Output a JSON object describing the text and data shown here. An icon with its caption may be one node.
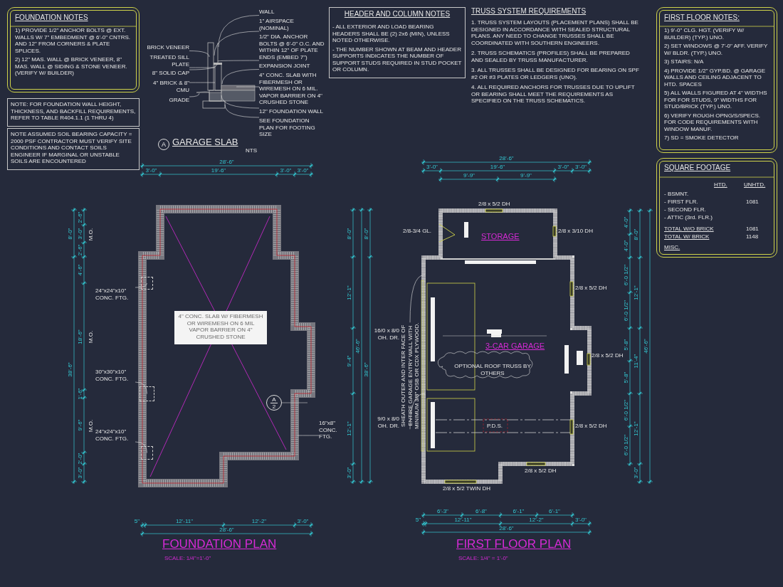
{
  "diagram": {
    "nodes": [
      {
        "text": [
          "FOUNDATION NOTES",
          "1) PROVIDE 1/2\" ANCHOR BOLTS @ EXT. WALLS W/ 7\" EMBEDMENT @ 6'-0\" CNTRS. AND 12\" FROM CORNERS & PLATE SPLICES.",
          "2) 12\" MAS. WALL @ BRICK VENEER, 8\" MAS. WALL @ SIDING & STONE VENEER. (VERIFY W/ BUILDER)"
        ]
      },
      {
        "text": [
          "NOTE: FOR FOUNDATION WALL HEIGHT, THICKNESS, AND BACKFILL REQUIREMENTS, REFER TO TABLE R404.1.1 (1 THRU 4)"
        ]
      },
      {
        "text": [
          "NOTE ASSUMED SOIL BEARING CAPACITY = 2000 PSF CONTRACTOR MUST VERIFY SITE CONDITIONS AND CONTACT SOILS ENGINEER IF MARGINAL OR UNSTABLE SOILS ARE ENCOUNTERED"
        ]
      },
      {
        "text": [
          "A"
        ]
      },
      {
        "text": [
          "BRICK VENEER"
        ]
      },
      {
        "text": [
          "TREATED SILL PLATE"
        ]
      },
      {
        "text": [
          "8\" SOLID CAP"
        ]
      },
      {
        "text": [
          "4\" BRICK & 8\" CMU"
        ]
      },
      {
        "text": [
          "GRADE"
        ]
      },
      {
        "text": [
          "WALL"
        ]
      },
      {
        "text": [
          "1\" AIRSPACE (NOMINAL)"
        ]
      },
      {
        "text": [
          "1/2\" DIA. ANCHOR BOLTS @ 6'-0\" O.C. AND WITHIN 12\" OF PLATE ENDS (EMBED 7\")"
        ]
      },
      {
        "text": [
          "EXPANSION JOINT"
        ]
      },
      {
        "text": [
          "4\" CONC. SLAB WITH FIBERMESH OR WIREMESH ON 6 MIL. VAPOR BARRIER ON 4\" CRUSHED STONE"
        ]
      },
      {
        "text": [
          "12\" FOUNDATION WALL"
        ]
      },
      {
        "text": [
          "SEE FOUNDATION PLAN FOR FOOTING SIZE"
        ]
      },
      {
        "text": [
          "HEADER AND COLUMN NOTES",
          "- ALL EXTERIOR AND LOAD BEARING HEADERS SHALL BE (2) 2x6 (MIN), UNLESS NOTED OTHERWISE.",
          "- THE NUMBER SHOWN AT BEAM AND HEADER SUPPORTS INDICATES THE NUMBER OF SUPPORT STUDS REQUIRED IN STUD POCKET OR COLUMN."
        ]
      },
      {
        "text": [
          "FIRST FLOOR NOTES:",
          "1) 9'-0\" CLG. HGT. (VERIFY W/ BUILDER) (TYP.) UNO.",
          "2) SET WINDOWS @ 7'-0\" AFF. VERIFY W/ BLDR. (TYP.) UNO.",
          "3) STAIRS: N/A",
          "4) PROVIDE 1/2\" GYP.BD. @ GARAGE WALLS AND CEILING ADJACENT TO HTD. SPACES",
          "5) ALL WALLS FIGURED AT 4\" WIDTHS FOR FOR STUDS, 9\" WIDTHS FOR STUD/BRICK (TYP.) UNO.",
          "6) VERIFY ROUGH OPNG/S/SPECS. FOR CODE REQUIREMENTS WITH WINDOW MANUF.",
          "7) SD = SMOKE DETECTOR"
        ]
      },
      {
        "text": [
          "SQUARE FOOTAGE",
          "HTD.",
          "UNHTD.",
          "- BSMNT.",
          "- FIRST FLR.",
          "1081",
          "- SECOND FLR.",
          "- ATTIC (3rd. FLR.)",
          "TOTAL W/O BRICK",
          "1081",
          "TOTAL W/ BRICK",
          "1148",
          "MISC."
        ]
      },
      {
        "text": [],
        "shape": "picture"
      },
      {
        "text": [],
        "shape": "picture"
      },
      {
        "text": [],
        "shape": "box",
        "in": 20
      },
      {
        "text": [],
        "shape": "box",
        "in": 20
      },
      {
        "text": [],
        "shape": "box",
        "in": 20
      },
      {
        "text": [
          "4\" CONC. SLAB W/ FIBERMESH OR WIREMESH ON 6 MIL VAPOR BARRIER ON 4\" CRUSHED STONE"
        ],
        "in": 20
      },
      {
        "text": [
          "A",
          "2"
        ],
        "in": 20
      },
      {
        "text": [
          "24\"x24\"x10\" CONC. FTG."
        ]
      },
      {
        "text": [
          "30\"x30\"x10\" CONC. FTG."
        ]
      },
      {
        "text": [
          "24\"x24\"x10\" CONC. FTG."
        ]
      },
      {
        "text": [
          "16\"x8\" CONC. FTG."
        ]
      },
      {
        "text": [],
        "shape": "picture"
      },
      {
        "text": [
          "SHEATH OUTER AND INTER FACE OF ENTIRE GARAGE ENTRY WALL WITH MINIMUM 3/8\" OSB OR CDX PLYWOOD."
        ]
      }
    ],
    "edges": [
      {
        "from": 4,
        "to": 19,
        "arrow": "none"
      },
      {
        "from": 5,
        "to": 19,
        "arrow": "none"
      },
      {
        "from": 6,
        "to": 19,
        "arrow": "none"
      },
      {
        "from": 7,
        "to": 19,
        "arrow": "none"
      },
      {
        "from": 8,
        "to": 19,
        "arrow": "none"
      },
      {
        "from": 9,
        "to": 19,
        "arrow": "none"
      },
      {
        "from": 10,
        "to": 19,
        "arrow": "none"
      },
      {
        "from": 11,
        "to": 19,
        "arrow": "none"
      },
      {
        "from": 12,
        "to": 19,
        "arrow": "none"
      },
      {
        "from": 13,
        "to": 19,
        "arrow": "none"
      },
      {
        "from": 14,
        "to": 19,
        "arrow": "none"
      },
      {
        "from": 15,
        "to": 19,
        "arrow": "none"
      },
      {
        "from": 26,
        "to": 21,
        "arrow": "none"
      },
      {
        "from": 27,
        "to": 22,
        "arrow": "none"
      },
      {
        "from": 28,
        "to": 23,
        "arrow": "none"
      },
      {
        "from": 29,
        "to": 20,
        "arrow": "none"
      },
      {
        "from": 31,
        "to": 30,
        "arrow": "none"
      },
      {
        "from": 31,
        "to": 30,
        "arrow": "none"
      }
    ],
    "labels": [
      "GARAGE SLAB",
      "NTS",
      "TRUSS SYSTEM REQUIREMENTS",
      "1. TRUSS SYSTEM LAYOUTS (PLACEMENT PLANS) SHALL BE DESIGNED IN ACCORDANCE WITH SEALED STRUCTURAL PLANS. ANY NEED TO CHANGE TRUSSES SHALL BE COORDINATED WITH SOUTHERN ENGINEERS.",
      "2. TRUSS SCHEMATICS (PROFILES) SHALL BE PREPARED AND SEALED BY TRUSS MANUFACTURER.",
      "3. ALL TRUSSES SHALL BE DESIGNED FOR BEARING ON SPF #2 OR #3 PLATES OR LEDGERS (UNO).",
      "4. ALL REQUIRED ANCHORS FOR TRUSSES DUE TO UPLIFT OR BEARING SHALL MEET THE REQUIREMENTS AS SPECIFIED ON THE TRUSS SCHEMATICS.",
      "FOUNDATION PLAN",
      "SCALE: 1/4\"=1'-0\"",
      "FIRST FLOOR PLAN",
      "SCALE: 1/4\" = 1'-0\"",
      "STORAGE",
      "3-CAR GARAGE",
      "P.D.S.",
      "OPTIONAL ROOF TRUSS BY OTHERS",
      "2/8 x 5/2 DH",
      "2/8-3/4 GL.",
      "2/8 x 3/10 DH",
      "2/8 x 5/2 DH",
      "2/8 x 5/2 DH",
      "2/8 x 5/2 DH",
      "2/8 x 5/2 DH",
      "2/8 x 5/2 TWIN DH",
      "16/0 x 8/0 OH. DR.",
      "9/0 x 8/0 OH. DR.",
      "M.O.",
      "M.O.",
      "M.O.",
      "28'-6\"",
      "3'-0\"",
      "19'-6\"",
      "3'-0\"",
      "3'-0\"",
      "2'-6\"",
      "3'-0\"",
      "2'-6\"",
      "4'-6\"",
      "18'-6\"",
      "1'-6\"",
      "9'-6\"",
      "2'-0\"",
      "3'-0\"",
      "8'-0\"",
      "38'-6\"",
      "8'-0\"",
      "12'-1\"",
      "9'-4\"",
      "12'-1\"",
      "3'-0\"",
      "46'-6\"",
      "8'-0\"",
      "38'-6\"",
      "5\"",
      "12'-11\"",
      "12'-2\"",
      "3'-0\"",
      "28'-6\"",
      "28'-6\"",
      "3'-0\"",
      "19'-6\"",
      "3'-0\"",
      "3'-0\"",
      "9'-9\"",
      "9'-9\"",
      "4'-0\"",
      "4'-0\"",
      "6'-0 1/2\"",
      "6'-0 1/2\"",
      "5'-8\"",
      "5'-8\"",
      "6'-0 1/2\"",
      "6'-0 1/2\"",
      "8'-0\"",
      "12'-1\"",
      "11'-4\"",
      "12'-1\"",
      "3'-0\"",
      "46'-6\"",
      "6'-3\"",
      "6'-8\"",
      "6'-1\"",
      "6'-1\"",
      "5\"",
      "12'-11\"",
      "12'-2\"",
      "3'-0\"",
      "28'-6\""
    ]
  }
}
